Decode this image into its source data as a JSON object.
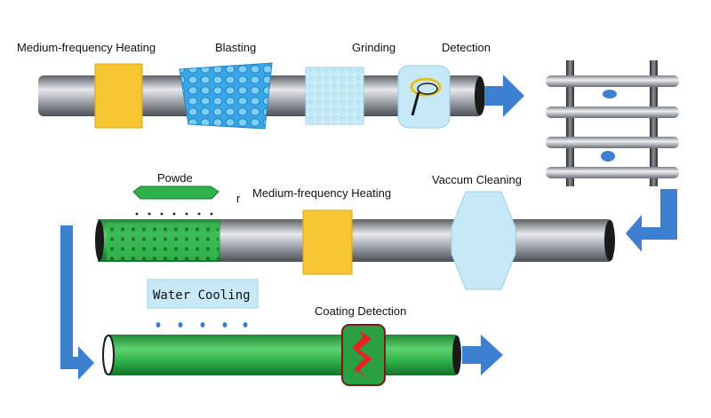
{
  "labels": {
    "medium_frequency_heating_1": "Medium-frequency Heating",
    "blasting": "Blasting",
    "grinding": "Grinding",
    "detection": "Detection",
    "powder": "Powde",
    "stray_mark": "r",
    "medium_frequency_heating_2": "Medium-frequency Heating",
    "vacuum_cleaning": "Vaccum Cleaning",
    "water_cooling": "Water Cooling",
    "coating_detection": "Coating Detection"
  },
  "colors": {
    "pipe_steel": "#9aa0a6",
    "pipe_coated": "#2fb24a",
    "heater": "#f7c531",
    "blast": "#3aa6e6",
    "grind": "#bfe6f5",
    "flow_arrow": "#3d7fd1",
    "defect": "#e42420"
  }
}
